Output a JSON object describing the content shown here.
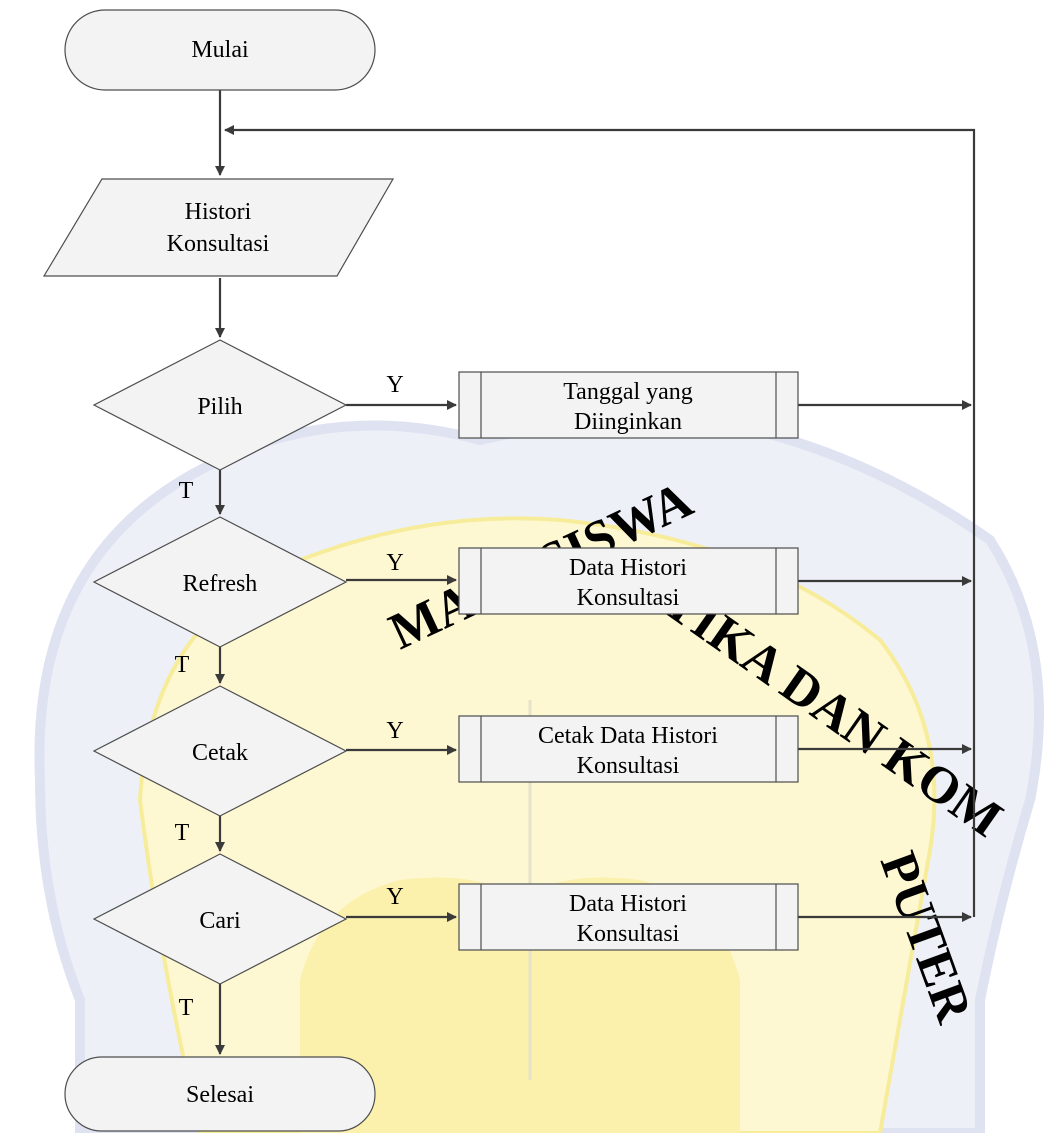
{
  "nodes": {
    "start": "Mulai",
    "input": [
      "Histori",
      "Konsultasi"
    ],
    "decision_pilih": "Pilih",
    "decision_refresh": "Refresh",
    "decision_cetak": "Cetak",
    "decision_cari": "Cari",
    "process_pilih": [
      "Tanggal yang",
      "Diinginkan"
    ],
    "process_refresh": [
      "Data Histori",
      "Konsultasi"
    ],
    "process_cetak": [
      "Cetak Data Histori",
      "Konsultasi"
    ],
    "process_cari": [
      "Data Histori",
      "Konsultasi"
    ],
    "end": "Selesai"
  },
  "edge_labels": {
    "yes": "Y",
    "no": "T"
  },
  "colors": {
    "shape_fill": "#f3f3f3",
    "shape_stroke": "#4d4d4d",
    "line": "#3a3a3a",
    "watermark_blue": "#e3e7f4",
    "watermark_yellow": "#fdf7cc"
  }
}
